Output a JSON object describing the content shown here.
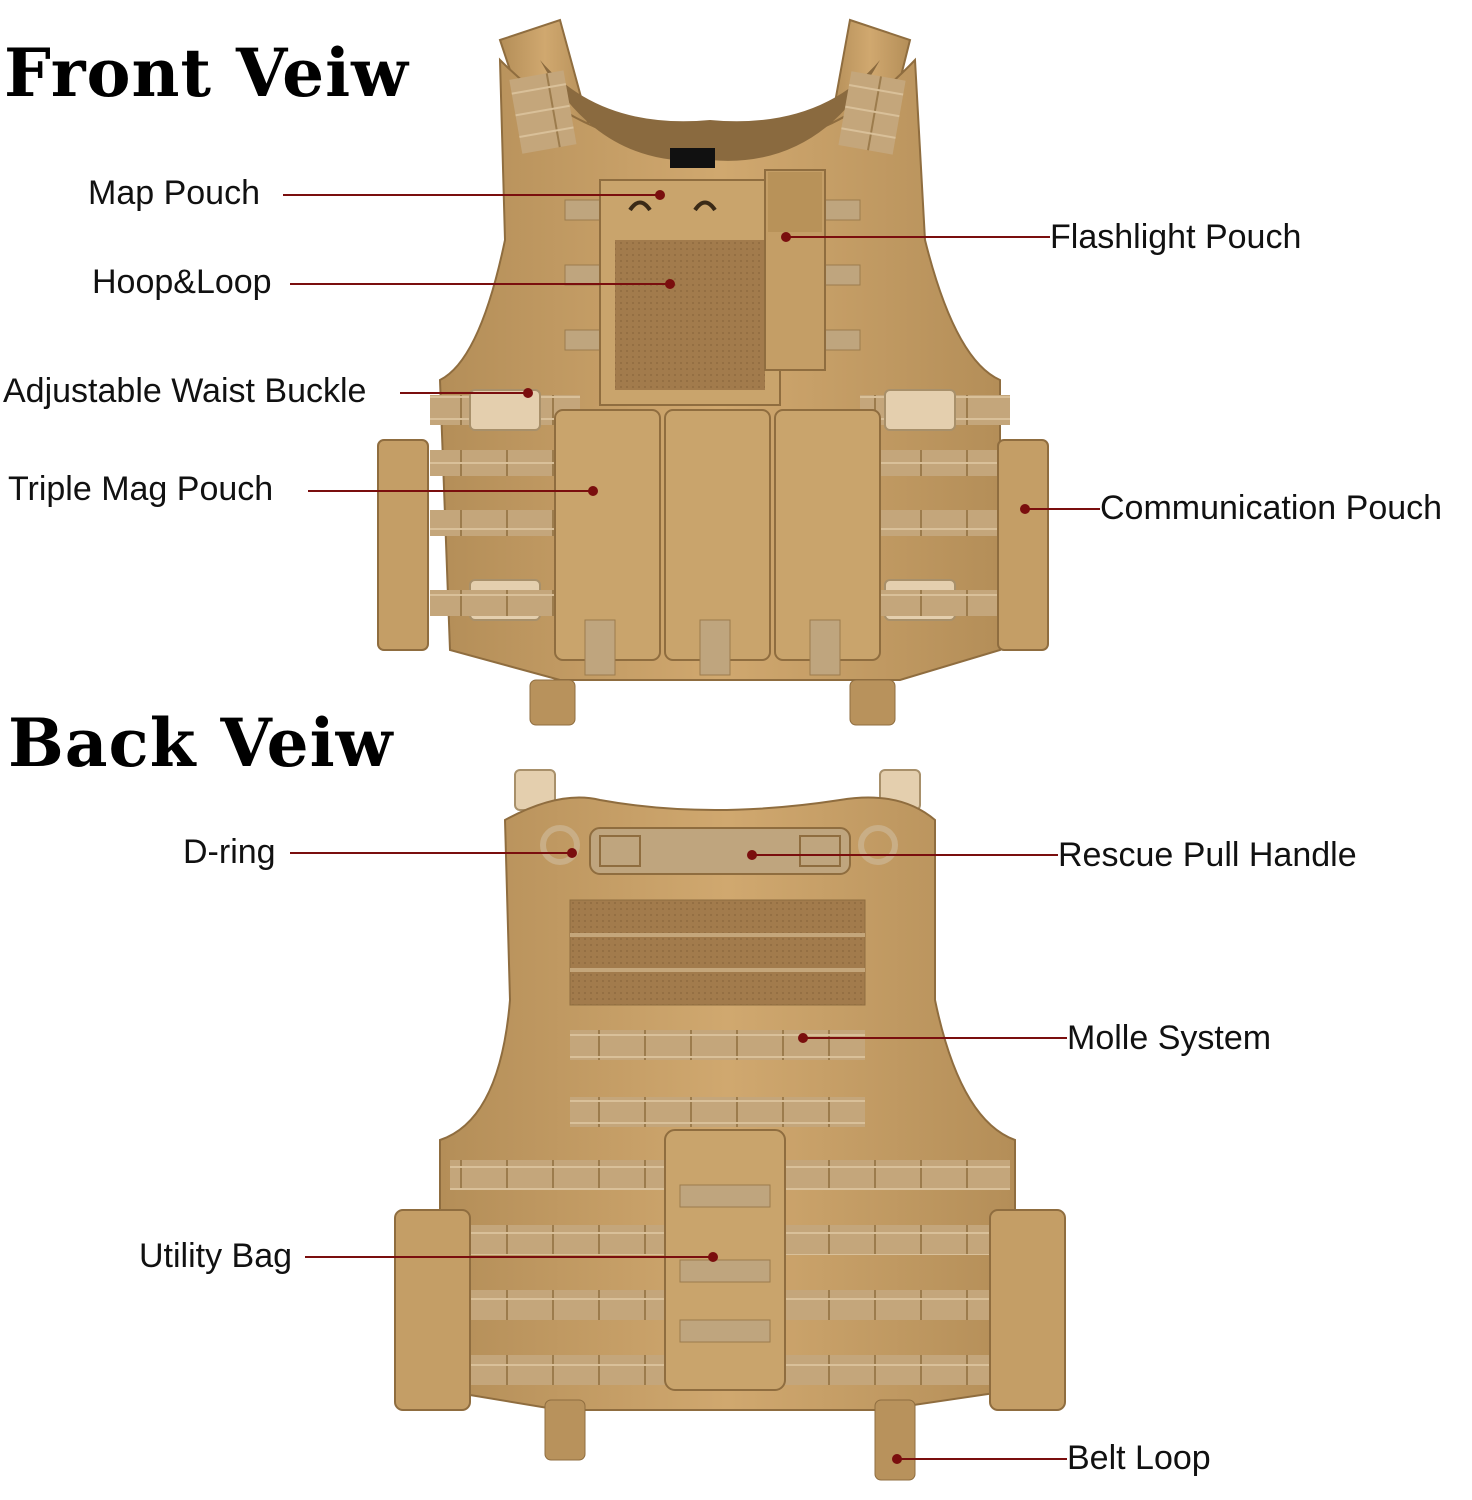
{
  "front": {
    "title": "Front Veiw",
    "labels": {
      "map_pouch": "Map Pouch",
      "hoop_loop": "Hoop&Loop",
      "waist_buckle": "Adjustable Waist Buckle",
      "triple_mag": "Triple Mag Pouch",
      "flashlight": "Flashlight Pouch",
      "communication": "Communication Pouch"
    }
  },
  "back": {
    "title": "Back Veiw",
    "labels": {
      "d_ring": "D-ring",
      "utility_bag": "Utility Bag",
      "rescue_handle": "Rescue Pull Handle",
      "molle": "Molle System",
      "belt_loop": "Belt Loop"
    }
  },
  "colors": {
    "vest": "#c7a06a",
    "vest_dark": "#a9844f",
    "webbing": "#bfa57e",
    "patch": "#a07a4c",
    "leader": "#7a0e0e",
    "buckle": "#e4cfae"
  }
}
